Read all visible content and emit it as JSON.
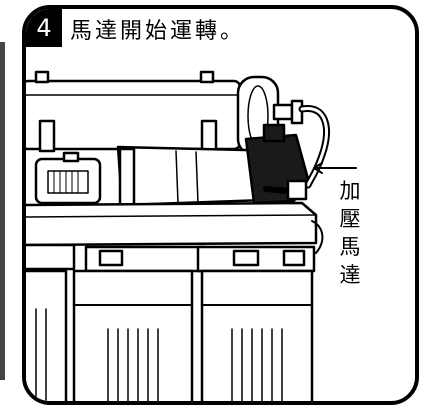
{
  "step": {
    "number": "4",
    "title": "馬達開始運轉。"
  },
  "callout": {
    "label_chars": [
      "加",
      "壓",
      "馬",
      "達"
    ]
  },
  "colors": {
    "ink": "#000000",
    "paper": "#ffffff",
    "motor_dark": "#1a1a1a"
  }
}
